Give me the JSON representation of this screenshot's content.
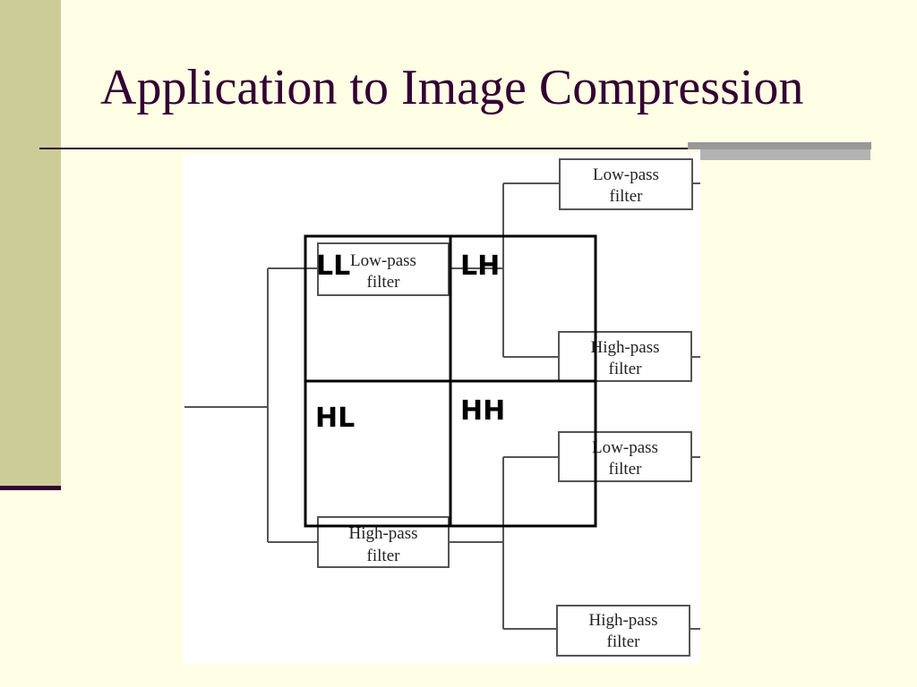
{
  "slide": {
    "title": "Application to Image Compression"
  },
  "diagram": {
    "filters": [
      {
        "line1": "Low-pass",
        "line2": "filter"
      },
      {
        "line1": "High-pass",
        "line2": "filter"
      },
      {
        "line1": "Low-pass",
        "line2": "filter"
      },
      {
        "line1": "High-pass",
        "line2": "filter"
      },
      {
        "line1": "Low-pass",
        "line2": "filter"
      },
      {
        "line1": "High-pass",
        "line2": "filter"
      }
    ],
    "quadrants": {
      "ll": "LL",
      "lh": "LH",
      "hl": "HL",
      "hh": "HH"
    }
  },
  "colors": {
    "background": "#ffffe5",
    "title": "#330033",
    "left_band": "#cccc99",
    "accent_bar": "#999999"
  }
}
